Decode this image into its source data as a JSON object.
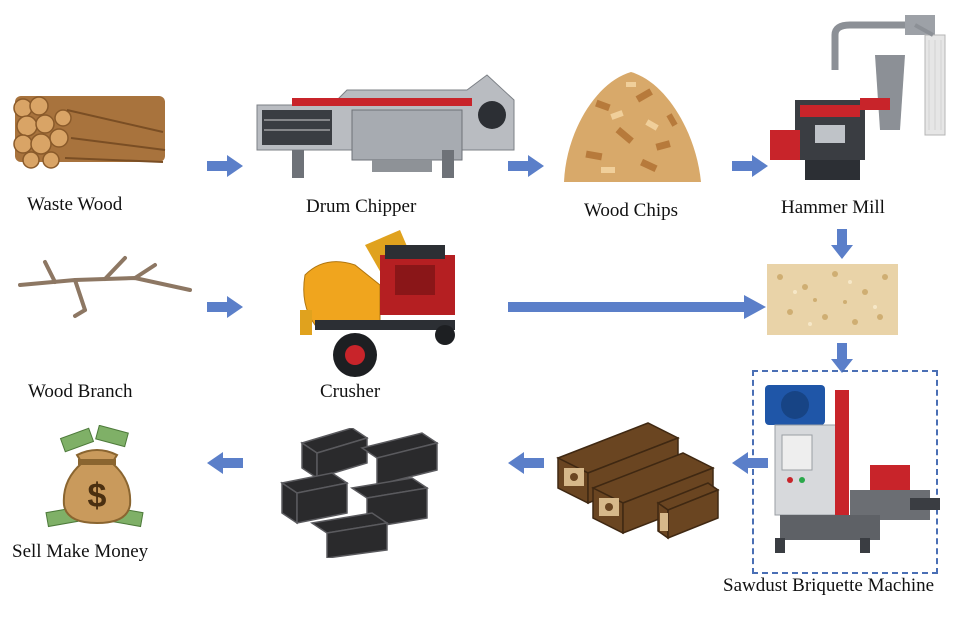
{
  "labels": {
    "waste_wood": "Waste Wood",
    "drum_chipper": "Drum Chipper",
    "wood_chips": "Wood Chips",
    "hammer_mill": "Hammer Mill",
    "wood_branch": "Wood Branch",
    "crusher": "Crusher",
    "sawdust_machine": "Sawdust Briquette Machine",
    "sell": "Sell Make Money"
  },
  "icons": {
    "waste_wood": "log-pile-icon",
    "drum_chipper": "drum-chipper-machine-icon",
    "wood_chips": "wood-chips-pile-icon",
    "hammer_mill": "hammer-mill-machine-icon",
    "wood_branch": "branch-icon",
    "crusher": "crusher-machine-icon",
    "sawdust": "sawdust-pile-icon",
    "briquette_machine": "briquette-machine-icon",
    "briquettes": "briquettes-icon",
    "charcoal": "charcoal-icon",
    "money_bag": "money-bag-icon"
  },
  "colors": {
    "arrow": "#5b7fc9",
    "dash_box": "#4a6fb5",
    "machine_red": "#c8242a",
    "machine_blue": "#1f56a8",
    "wood": "#c98a4b"
  }
}
